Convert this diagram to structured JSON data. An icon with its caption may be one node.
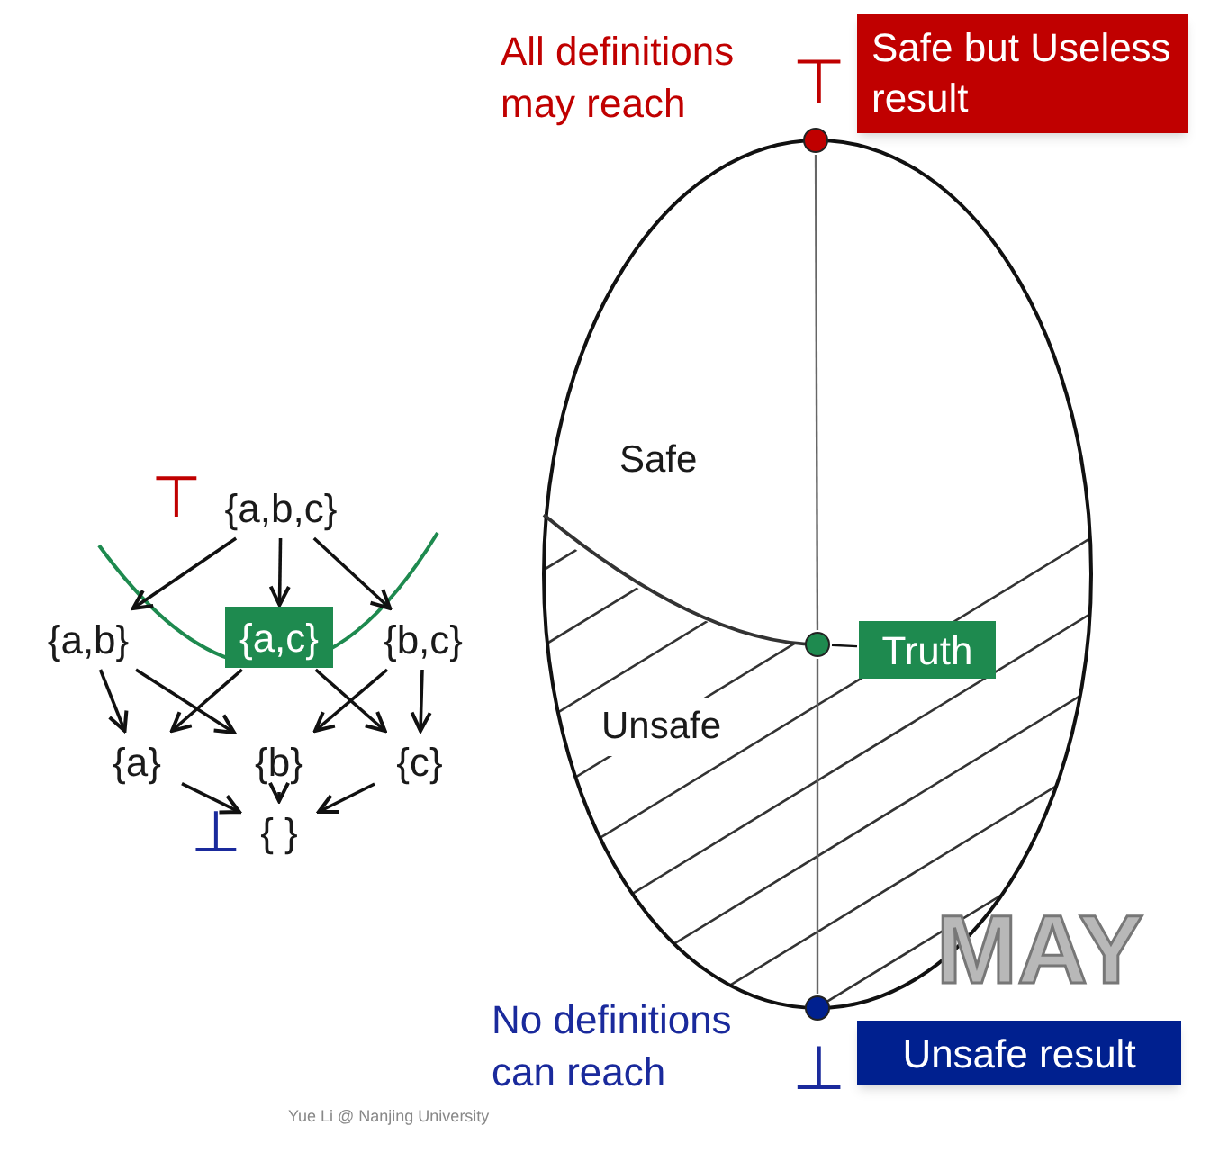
{
  "diagram": {
    "nodes": [
      {
        "text": [
          "{a,b,c}"
        ],
        "beside": [
          "⊤"
        ]
      },
      {
        "text": [
          "{a,b}"
        ]
      },
      {
        "text": [
          "{a,c}"
        ]
      },
      {
        "text": [
          "{b,c}"
        ]
      },
      {
        "text": [
          "{a}"
        ]
      },
      {
        "text": [
          "{b}"
        ]
      },
      {
        "text": [
          "{c}"
        ]
      },
      {
        "text": [
          "{ }"
        ],
        "beside": [
          "⊥"
        ]
      },
      {
        "text": [],
        "shape": "circle"
      },
      {
        "text": [],
        "shape": "circle"
      },
      {
        "text": [],
        "shape": "circle"
      },
      {
        "text": [
          "Safe but Useless result"
        ]
      },
      {
        "text": [
          "Truth"
        ]
      },
      {
        "text": [
          "Unsafe result"
        ]
      }
    ],
    "edges": [
      {
        "from": 0,
        "to": 1,
        "arrow": "to"
      },
      {
        "from": 0,
        "to": 2,
        "arrow": "to"
      },
      {
        "from": 0,
        "to": 3,
        "arrow": "to"
      },
      {
        "from": 1,
        "to": 4,
        "arrow": "to"
      },
      {
        "from": 1,
        "to": 5,
        "arrow": "to"
      },
      {
        "from": 2,
        "to": 4,
        "arrow": "to"
      },
      {
        "from": 2,
        "to": 6,
        "arrow": "to"
      },
      {
        "from": 3,
        "to": 5,
        "arrow": "to"
      },
      {
        "from": 3,
        "to": 6,
        "arrow": "to"
      },
      {
        "from": 4,
        "to": 7,
        "arrow": "to"
      },
      {
        "from": 5,
        "to": 7,
        "arrow": "to"
      },
      {
        "from": 6,
        "to": 7,
        "arrow": "to"
      },
      {
        "from": 8,
        "to": 9,
        "arrow": "none",
        "color": "#666666"
      },
      {
        "from": 9,
        "to": 10,
        "arrow": "none",
        "color": "#666666"
      },
      {
        "from": 9,
        "to": 12,
        "arrow": "none"
      }
    ],
    "labels": [
      "All definitions may reach",
      "⊤",
      "Safe",
      "Unsafe",
      "MAY",
      "No definitions can reach",
      "⊥",
      "Yue Li @ Nanjing University"
    ]
  }
}
